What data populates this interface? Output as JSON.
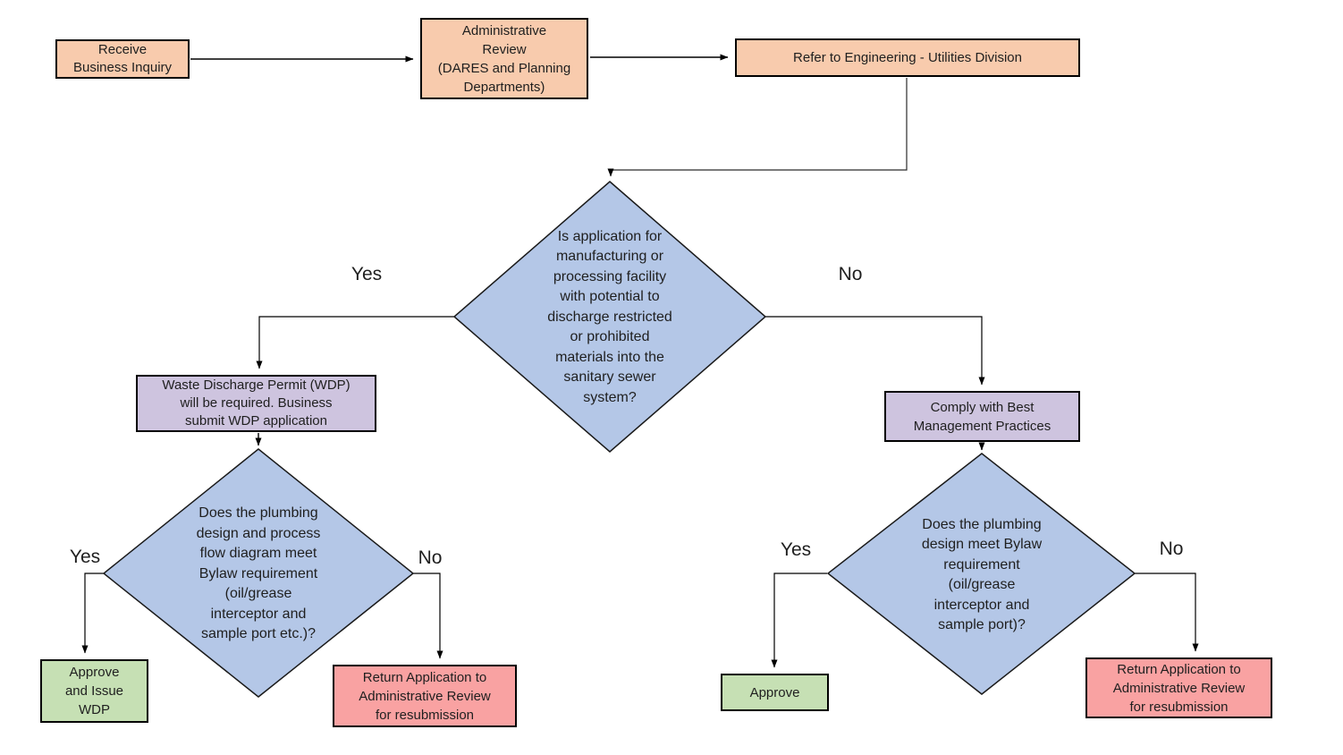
{
  "colors": {
    "process_fill": "#F8CBAD",
    "decision_fill": "#B4C7E7",
    "requirement_fill": "#CEC4DF",
    "approve_fill": "#C6E0B4",
    "return_fill": "#F9A2A2",
    "border": "#000000",
    "text": "#1F1F1F"
  },
  "nodes": {
    "receive": {
      "label": "Receive\nBusiness Inquiry"
    },
    "admin_review": {
      "label": "Administrative\nReview\n(DARES and Planning\nDepartments)"
    },
    "refer_engineering": {
      "label": "Refer to Engineering - Utilities Division"
    },
    "central_decision": {
      "label": "Is application for\nmanufacturing or\nprocessing facility\nwith potential to\ndischarge restricted\nor prohibited\nmaterials into the\nsanitary sewer\nsystem?"
    },
    "wdp_required": {
      "label": "Waste Discharge Permit (WDP)\nwill be required. Business\nsubmit WDP application"
    },
    "left_decision": {
      "label": "Does the plumbing\ndesign and process\nflow diagram meet\nBylaw requirement\n(oil/grease\ninterceptor and\nsample port etc.)?"
    },
    "approve_issue_wdp": {
      "label": "Approve\nand Issue\nWDP"
    },
    "return_left": {
      "label": "Return Application to\nAdministrative Review\nfor resubmission"
    },
    "comply_bmp": {
      "label": "Comply with Best\nManagement Practices"
    },
    "right_decision": {
      "label": "Does the plumbing\ndesign meet Bylaw\nrequirement\n(oil/grease\ninterceptor and\nsample port)?"
    },
    "approve": {
      "label": "Approve"
    },
    "return_right": {
      "label": "Return Application to\nAdministrative Review\nfor resubmission"
    }
  },
  "edge_labels": {
    "central_yes": "Yes",
    "central_no": "No",
    "left_yes": "Yes",
    "left_no": "No",
    "right_yes": "Yes",
    "right_no": "No"
  }
}
